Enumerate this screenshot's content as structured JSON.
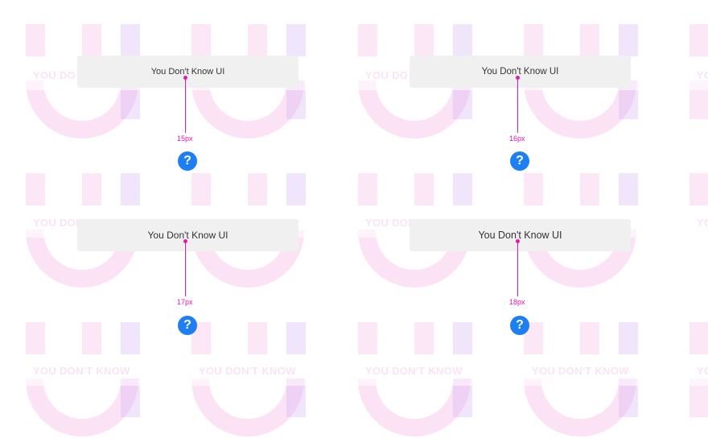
{
  "watermark": {
    "text": "YOU DON'T KNOW",
    "text_short": "YOU DO",
    "text_short2": "YOU DON",
    "text_edge": "YO"
  },
  "colors": {
    "accent": "#e616b8",
    "button": "#1e7ff2",
    "box_bg": "#f0f0f0",
    "text": "#333333"
  },
  "demos": [
    {
      "tooltip_text": "You Don't Know UI",
      "font_size_label": "15px",
      "icon": "question-icon",
      "glyph": "?"
    },
    {
      "tooltip_text": "You Don't Know UI",
      "font_size_label": "16px",
      "icon": "question-icon",
      "glyph": "?"
    },
    {
      "tooltip_text": "You Don't Know UI",
      "font_size_label": "17px",
      "icon": "question-icon",
      "glyph": "?"
    },
    {
      "tooltip_text": "You Don't Know UI",
      "font_size_label": "18px",
      "icon": "question-icon",
      "glyph": "?"
    }
  ]
}
